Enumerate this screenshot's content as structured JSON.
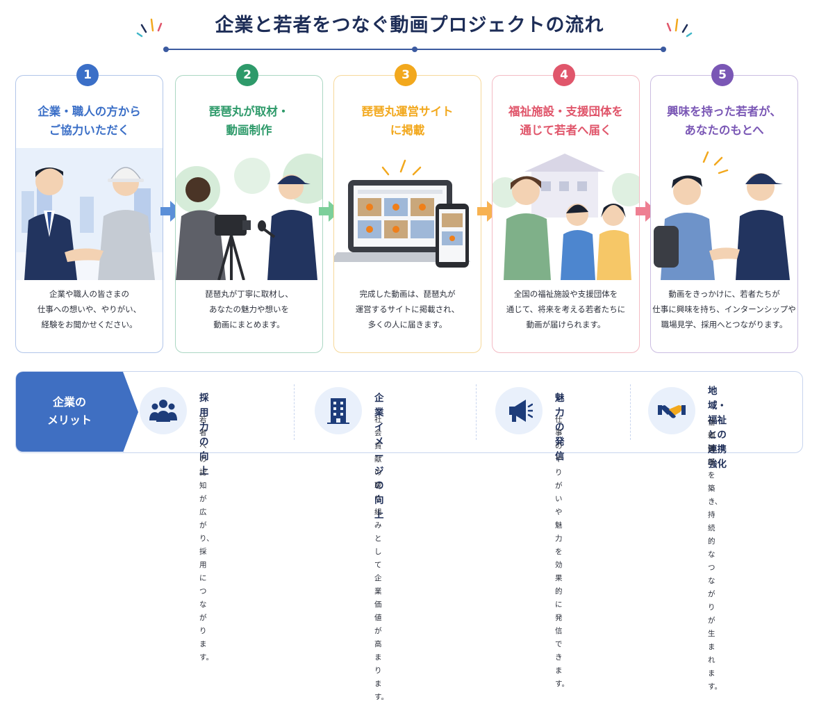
{
  "title": "企業と若者をつなぐ動画プロジェクトの流れ",
  "steps": [
    {
      "number": "1",
      "title": "企業・職人の方から\nご協力いただく",
      "desc": "企業や職人の皆さまの\n仕事への想いや、やりがい、\n経験をお聞かせください。",
      "color": "#3b6fc7",
      "bg": "#e8f0fb"
    },
    {
      "number": "2",
      "title": "琵琶丸が取材・\n動画制作",
      "desc": "琵琶丸が丁寧に取材し、\nあなたの魅力や想いを\n動画にまとめます。",
      "color": "#2e9a6a",
      "bg": "#e6f4ea"
    },
    {
      "number": "3",
      "title": "琵琶丸運営サイト\nに掲載",
      "desc": "完成した動画は、琵琶丸が\n運営するサイトに掲載され、\n多くの人に届きます。",
      "color": "#f2a81d",
      "bg": "#fdf4e3"
    },
    {
      "number": "4",
      "title": "福祉施設・支援団体を\n通じて若者へ届く",
      "desc": "全国の福祉施設や支援団体を\n通じて、将来を考える若者たちに\n動画が届けられます。",
      "color": "#e0566b",
      "bg": "#fbeaee"
    },
    {
      "number": "5",
      "title": "興味を持った若者が、\nあなたのもとへ",
      "desc": "動画をきっかけに、若者たちが\n仕事に興味を持ち、インターンシップや\n職場見学、採用へとつながります。",
      "color": "#7a57b5",
      "bg": "#f1ecf8"
    }
  ],
  "merit": {
    "label": "企業の\nメリット",
    "items": [
      {
        "title": "採用力の向上",
        "desc": "若者への認知が広がり、\n採用につながります。",
        "icon": "people-icon"
      },
      {
        "title": "企業イメージの向上",
        "desc": "社会貢献の取り組みとして\n企業価値が高まります。",
        "icon": "building-icon"
      },
      {
        "title": "魅力の発信",
        "desc": "仕事のやりがいや魅力を\n効果的に発信できます。",
        "icon": "megaphone-icon"
      },
      {
        "title": "地域・福祉との\n連携強化",
        "desc": "信頼関係を築き、持続的な\nつながりが生まれます。",
        "icon": "handshake-icon"
      }
    ]
  },
  "colors": {
    "navy": "#1d2d57",
    "accent": "#3f6fc2"
  }
}
